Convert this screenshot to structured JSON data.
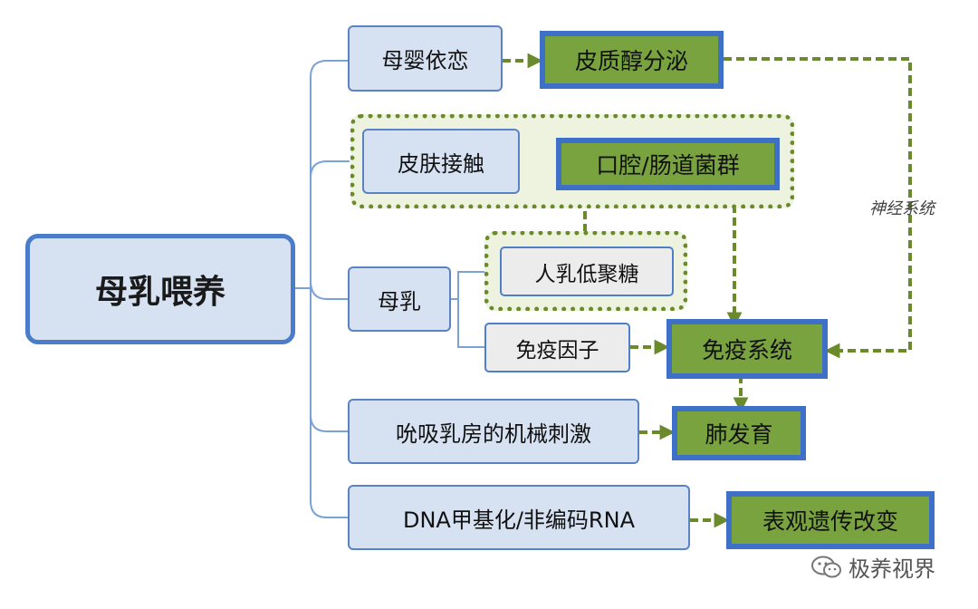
{
  "root": {
    "label": "母乳喂养"
  },
  "nodes": {
    "mother_infant": "母婴依恋",
    "cortisol": "皮质醇分泌",
    "skin_contact": "皮肤接触",
    "microbiota": "口腔/肠道菌群",
    "breast_milk": "母乳",
    "hmo": "人乳低聚糖",
    "immune_factor": "免疫因子",
    "immune_system": "免疫系统",
    "suckling": "吮吸乳房的机械刺激",
    "lung": "肺发育",
    "dna_methylation": "DNA甲基化/非编码RNA",
    "epigenetic": "表观遗传改变"
  },
  "edge_label": "神经系统",
  "brand": {
    "icon": "wechat-icon",
    "text": "极养视界"
  },
  "colors": {
    "blue_fill": "#d6e2f2",
    "blue_border": "#4a7cc9",
    "green_fill": "#79a33f",
    "arrow": "#6a8a2c",
    "line": "#7ba1d6"
  }
}
